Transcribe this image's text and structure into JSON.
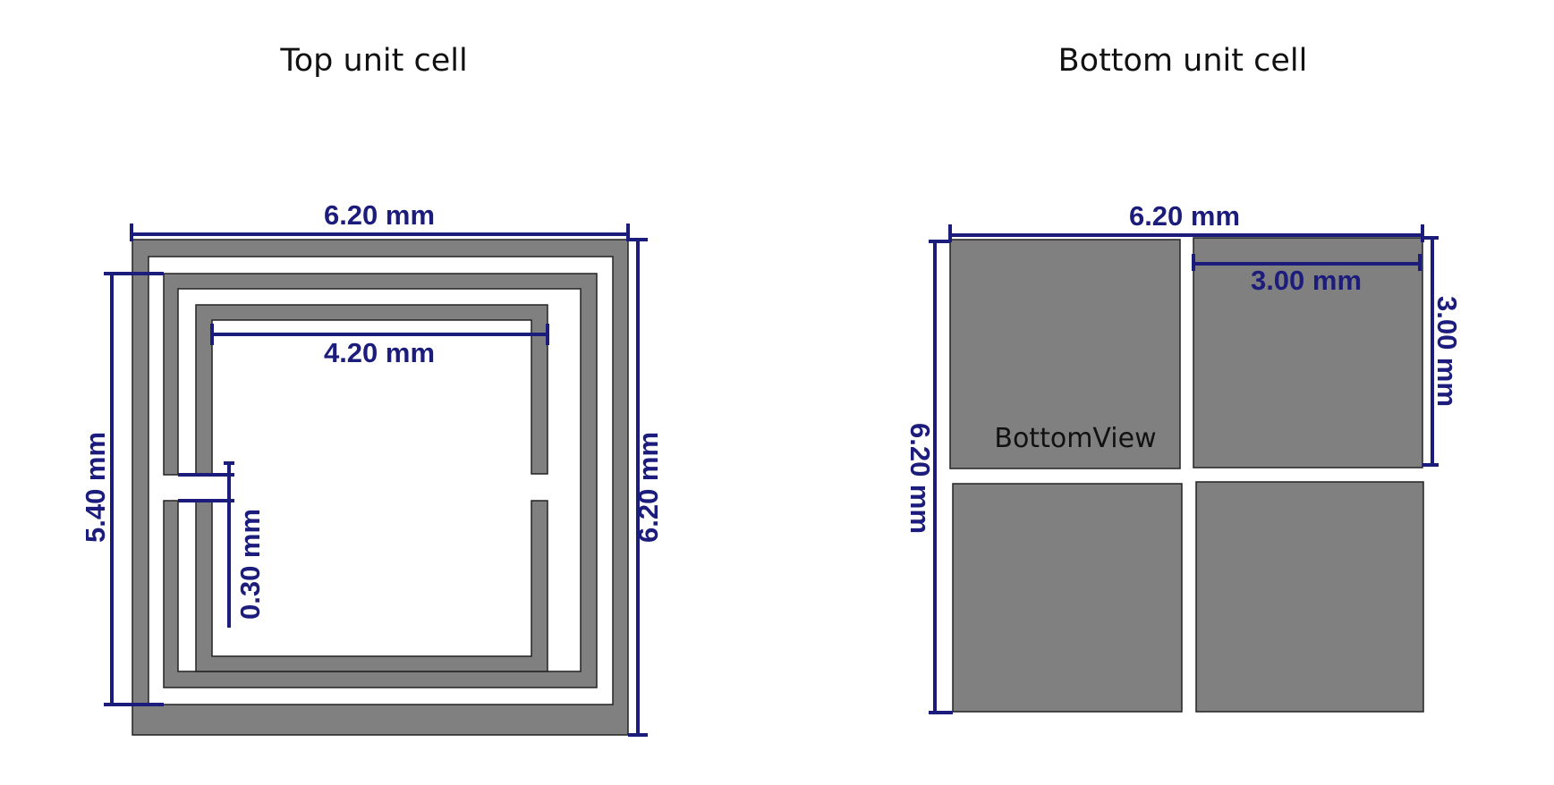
{
  "titles": {
    "top": "Top unit cell",
    "bottom": "Bottom unit cell"
  },
  "top_cell": {
    "dims": {
      "outer_width": "6.20 mm",
      "outer_height": "6.20 mm",
      "inner_width": "4.20 mm",
      "ring_height": "5.40 mm",
      "gap": "0.30 mm"
    }
  },
  "bottom_cell": {
    "dims": {
      "width": "6.20 mm",
      "height": "6.20 mm",
      "patch_width": "3.00 mm",
      "patch_height": "3.00 mm"
    },
    "view_label": "BottomView"
  },
  "colors": {
    "metal": "#808080",
    "dimension": "#1c1c7c",
    "outline": "#222222",
    "background": "#ffffff"
  }
}
